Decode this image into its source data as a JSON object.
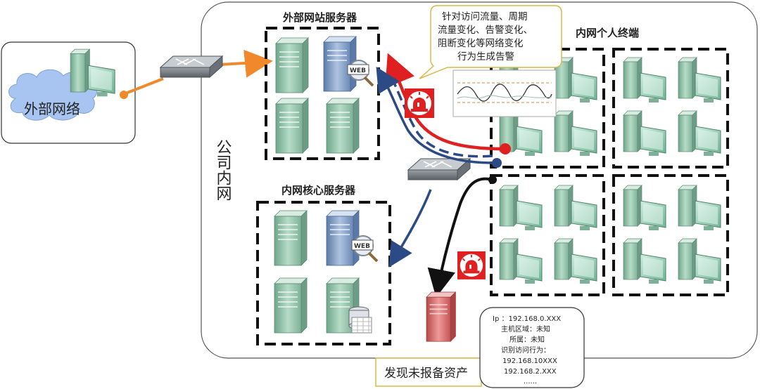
{
  "regions": {
    "external_network": "外部网络",
    "company_intranet": "公司内网"
  },
  "groups": {
    "external_web_servers": "外部网站服务器",
    "internal_core_servers": "内网核心服务器",
    "intranet_terminals": "内网个人终端"
  },
  "badges": {
    "web": "WEB"
  },
  "alert_callout": {
    "lines": [
      "针对访问流量、周期",
      "流量变化、告警变化、",
      "阻断变化等网络变化",
      "行为生成告警"
    ]
  },
  "found_asset_label": "发现未报备资产",
  "asset_info": {
    "lines": [
      "Ip ：192.168.0.XXX",
      "主机区域：未知",
      "所属：未知",
      "识别访问行为：",
      "192.168.10XXX",
      "192.168.2.XXX",
      "......"
    ]
  },
  "colors": {
    "alert_red": "#e02020",
    "flow_orange": "#f0892c",
    "flow_blue": "#2c4a86",
    "cloud_blue": "#a8c4f0",
    "server_teal": "#8fc2a8"
  }
}
